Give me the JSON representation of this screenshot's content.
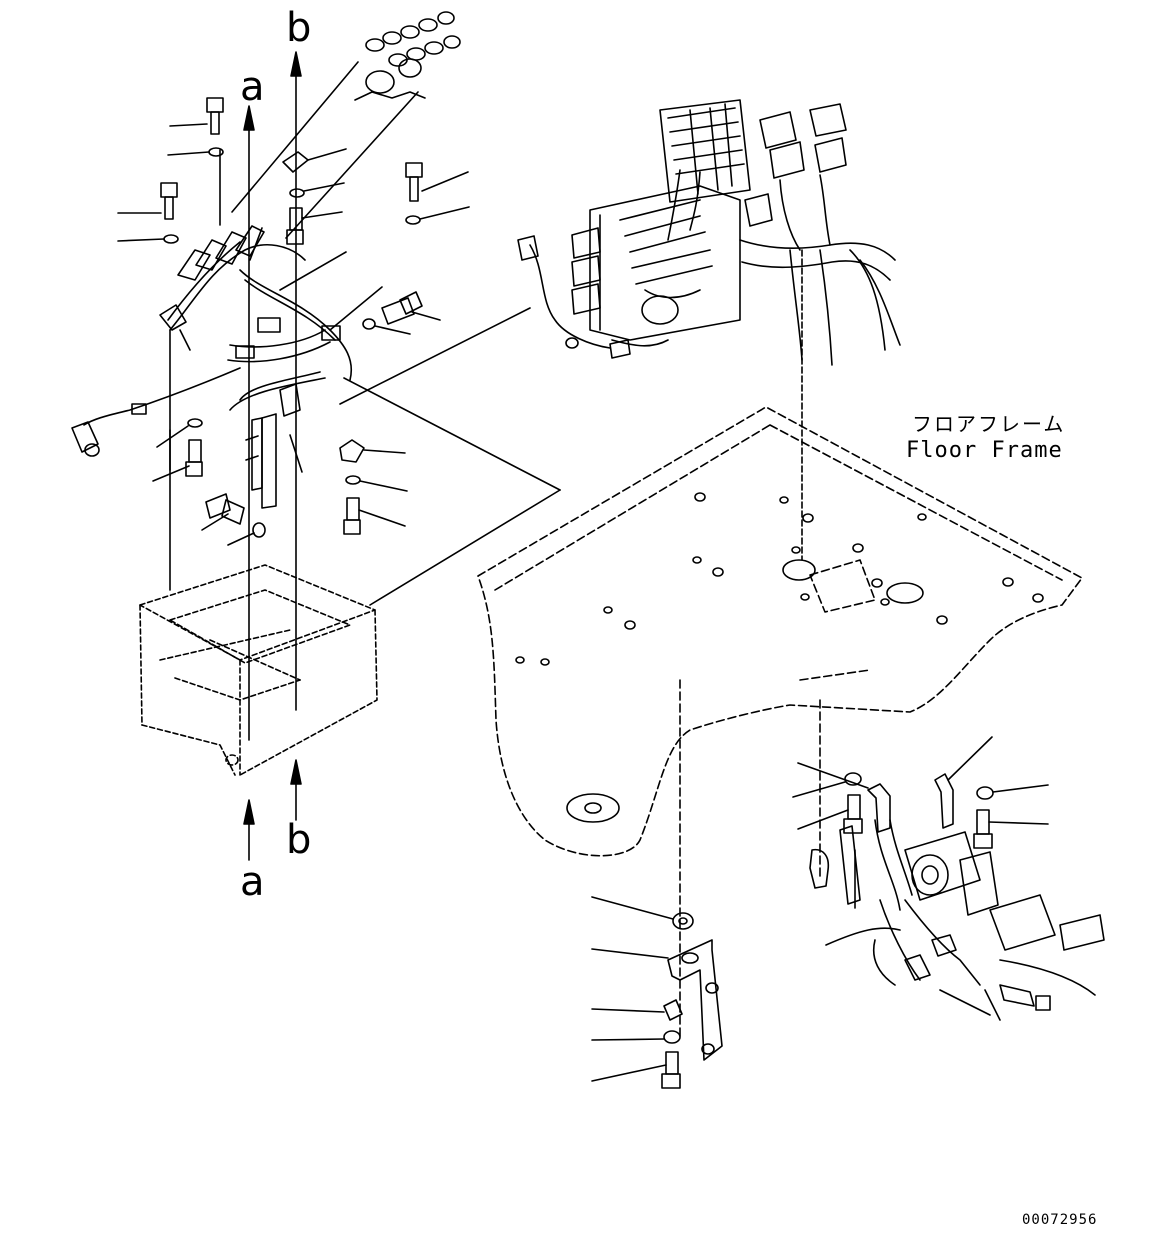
{
  "arrow_labels": {
    "a_top": "a",
    "b_top": "b",
    "a_bottom": "a",
    "b_bottom": "b"
  },
  "floor_frame": {
    "label_jp": "フロアフレーム",
    "label_en": "Floor Frame"
  },
  "drawing_number": "00072956"
}
